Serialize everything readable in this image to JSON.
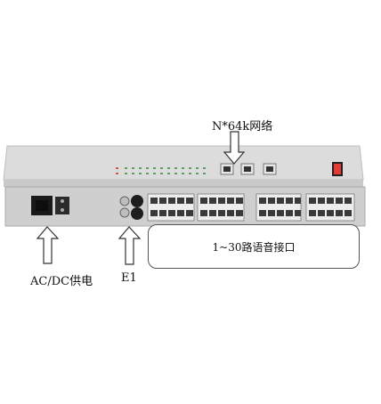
{
  "labels": {
    "network": "N*64k网络",
    "power": "AC/DC供电",
    "e1": "E1",
    "voice_ports": "1~30路语音接口"
  },
  "colors": {
    "chassis": "#d8d8d8",
    "panel": "#c8c8c8",
    "rj45": "#e9e9e9",
    "led": "#4caf50",
    "switch": "#e53935"
  }
}
